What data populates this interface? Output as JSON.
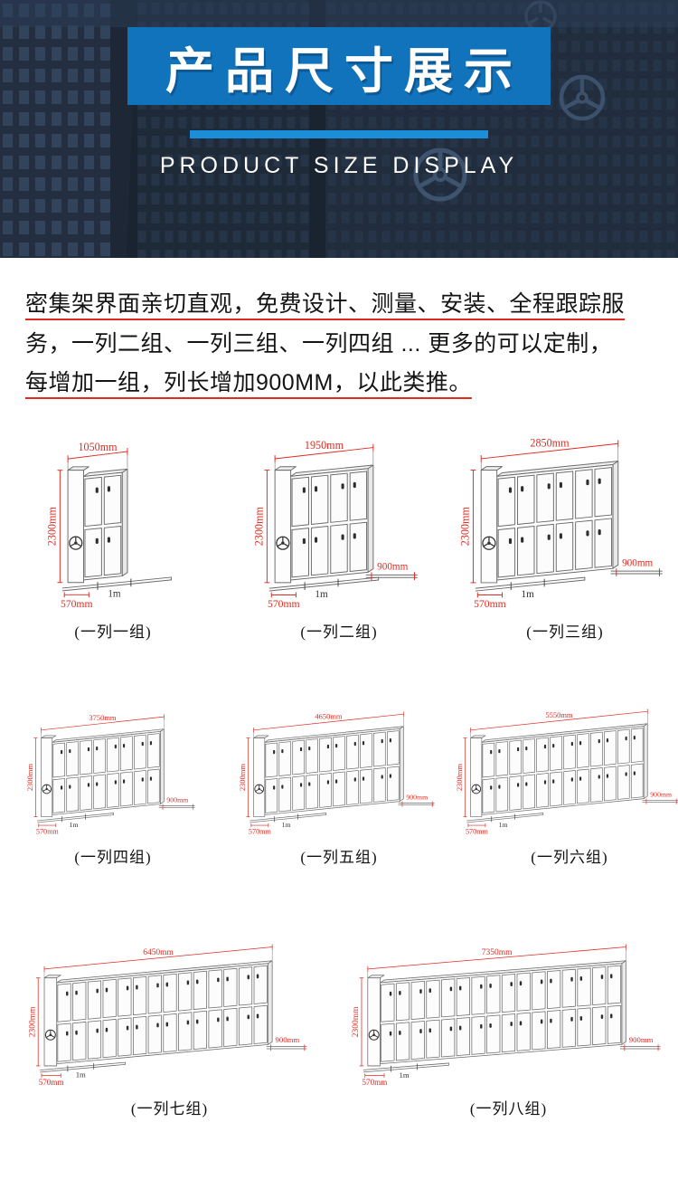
{
  "header": {
    "title": "产品尺寸展示",
    "subtitle": "PRODUCT SIZE DISPLAY"
  },
  "intro": {
    "line1": "密集架界面亲切直观，免费设计、测量、安装、全程跟踪服",
    "line2": "务，一列二组、一列三组、一列四组 ... 更多的可以定制，",
    "line3": "每增加一组，列长增加900MM，以此类推。"
  },
  "colors": {
    "accent_blue": "#1273bd",
    "bar_blue": "#1b8ed9",
    "dim_red": "#e02a20",
    "line_gray": "#6b6b6b",
    "hero_bg": "#1a2330"
  },
  "diagrams": [
    {
      "sections": 1,
      "width_label": "1050mm",
      "height_label": "2300mm",
      "depth_label": "570mm",
      "rail_label": "1m",
      "section_label": "",
      "caption": "(一列一组)"
    },
    {
      "sections": 2,
      "width_label": "1950mm",
      "height_label": "2300mm",
      "depth_label": "570mm",
      "rail_label": "1m",
      "section_label": "900mm",
      "caption": "(一列二组)"
    },
    {
      "sections": 3,
      "width_label": "2850mm",
      "height_label": "2300mm",
      "depth_label": "570mm",
      "rail_label": "1m",
      "section_label": "900mm",
      "caption": "(一列三组)"
    },
    {
      "sections": 4,
      "width_label": "3750mm",
      "height_label": "2300mm",
      "depth_label": "570mm",
      "rail_label": "1m",
      "section_label": "900mm",
      "caption": "(一列四组)"
    },
    {
      "sections": 5,
      "width_label": "4650mm",
      "height_label": "2300mm",
      "depth_label": "570mm",
      "rail_label": "1m",
      "section_label": "900mm",
      "caption": "(一列五组)"
    },
    {
      "sections": 6,
      "width_label": "5550mm",
      "height_label": "2300mm",
      "depth_label": "570mm",
      "rail_label": "1m",
      "section_label": "900mm",
      "caption": "(一列六组)"
    },
    {
      "sections": 7,
      "width_label": "6450mm",
      "height_label": "2300mm",
      "depth_label": "570mm",
      "rail_label": "1m",
      "section_label": "900mm",
      "caption": "(一列七组)"
    },
    {
      "sections": 8,
      "width_label": "7350mm",
      "height_label": "2300mm",
      "depth_label": "570mm",
      "rail_label": "1m",
      "section_label": "900mm",
      "caption": "(一列八组)"
    }
  ]
}
